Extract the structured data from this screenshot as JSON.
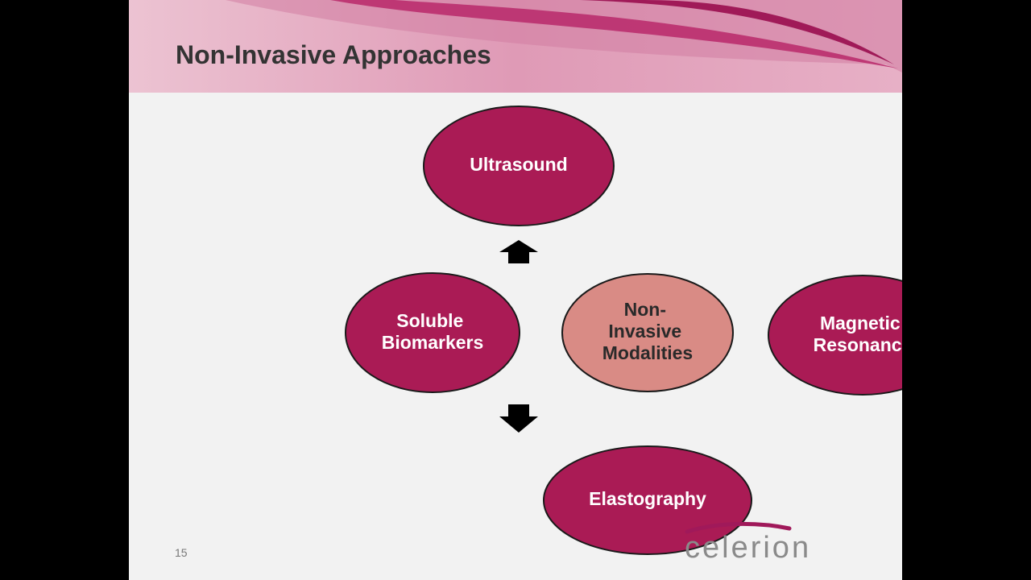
{
  "slide": {
    "title": "Non-Invasive Approaches",
    "page_number": "15"
  },
  "diagram": {
    "center": {
      "lines": [
        "Non-",
        "Invasive",
        "Modalities"
      ]
    },
    "nodes": {
      "top": {
        "lines": [
          "Ultrasound"
        ]
      },
      "right": {
        "lines": [
          "Magnetic",
          "Resonance"
        ]
      },
      "bottom": {
        "lines": [
          "Elastography"
        ]
      },
      "left": {
        "lines": [
          "Soluble",
          "Biomarkers"
        ]
      }
    }
  },
  "logo": {
    "text": "celerion"
  },
  "colors": {
    "node_fill": "#aa1b55",
    "center_fill": "#d98b85",
    "header_pink": "#e8b4c8",
    "header_accent": "#b8286a",
    "arrow": "#000000"
  }
}
